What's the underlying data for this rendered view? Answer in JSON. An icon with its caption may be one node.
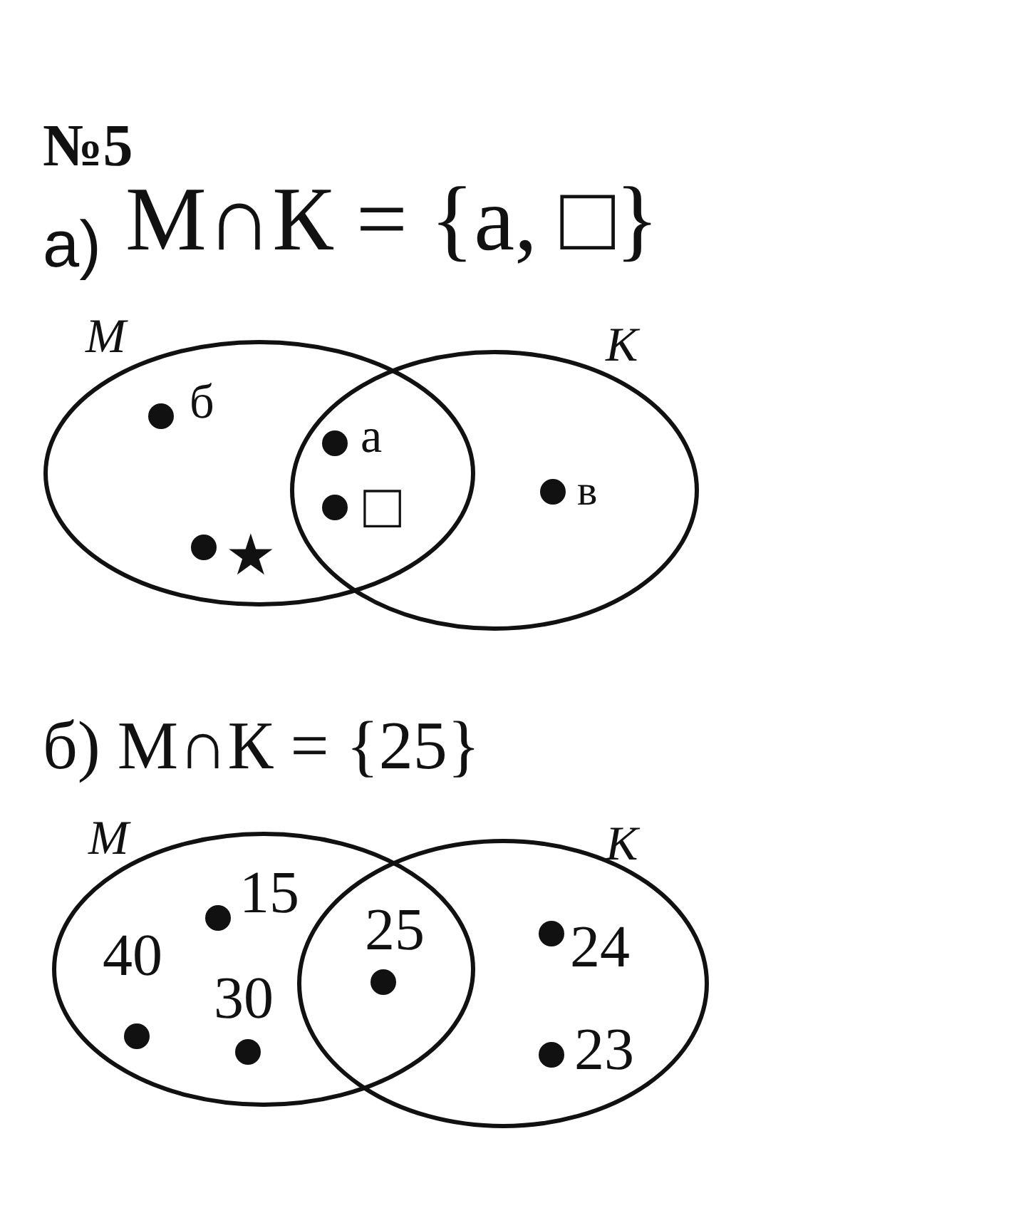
{
  "diagram": {
    "title": "№5",
    "nodes": [
      {
        "text": [
          "М"
        ]
      },
      {
        "text": [
          "К"
        ]
      },
      {
        "text": [
          "б"
        ],
        "in": 0
      },
      {
        "text": [
          "★"
        ],
        "in": 0
      },
      {
        "text": [
          "а"
        ]
      },
      {
        "text": [
          "□"
        ]
      },
      {
        "text": [
          "в"
        ],
        "in": 1
      },
      {
        "text": [
          "М"
        ]
      },
      {
        "text": [
          "К"
        ]
      },
      {
        "text": [
          "15"
        ],
        "in": 7
      },
      {
        "text": [
          "40"
        ],
        "in": 7
      },
      {
        "text": [
          "30"
        ],
        "in": 7
      },
      {
        "text": [
          "25"
        ]
      },
      {
        "text": [
          "24"
        ],
        "in": 8
      },
      {
        "text": [
          "23"
        ],
        "in": 8
      }
    ],
    "labels": [
      "а)",
      "М∩К = {а, □}",
      "б) М∩К = {25}"
    ]
  }
}
